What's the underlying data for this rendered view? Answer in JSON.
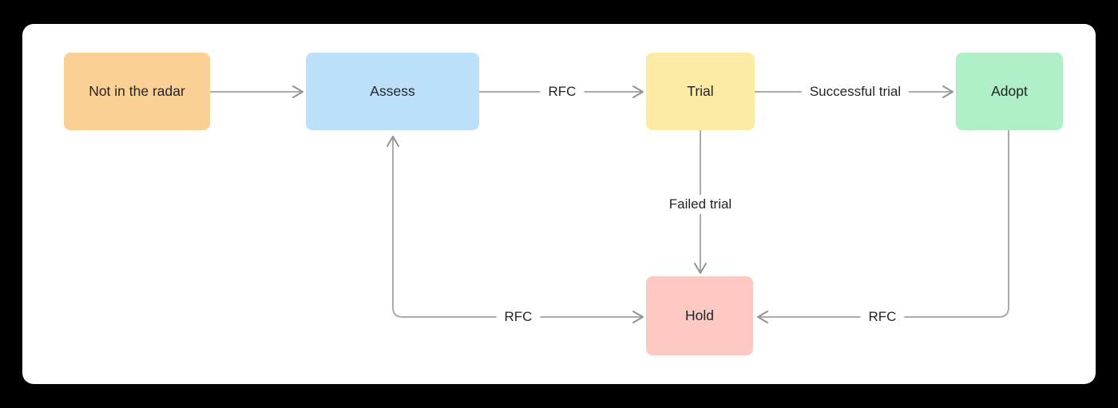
{
  "diagram": {
    "type": "flowchart",
    "background_color": "#000000",
    "card_color": "#ffffff",
    "line_color": "#ababab",
    "arrowhead_color": "#8f9396",
    "text_color": "#1f2328",
    "nodes": [
      {
        "id": "not-in-radar",
        "label": "Not in the radar",
        "color": "#FBD094"
      },
      {
        "id": "assess",
        "label": "Assess",
        "color": "#BCE0FA"
      },
      {
        "id": "trial",
        "label": "Trial",
        "color": "#FCEBA4"
      },
      {
        "id": "adopt",
        "label": "Adopt",
        "color": "#AFEFC8"
      },
      {
        "id": "hold",
        "label": "Hold",
        "color": "#FEC9C3"
      }
    ],
    "edges": [
      {
        "from": "not-in-radar",
        "to": "assess",
        "label": "",
        "arrow": "single"
      },
      {
        "from": "assess",
        "to": "trial",
        "label": "RFC",
        "arrow": "single"
      },
      {
        "from": "trial",
        "to": "adopt",
        "label": "Successful trial",
        "arrow": "single"
      },
      {
        "from": "trial",
        "to": "hold",
        "label": "Failed trial",
        "arrow": "single"
      },
      {
        "from": "hold",
        "to": "assess",
        "label": "RFC",
        "arrow": "double"
      },
      {
        "from": "adopt",
        "to": "hold",
        "label": "RFC",
        "arrow": "single"
      }
    ]
  }
}
